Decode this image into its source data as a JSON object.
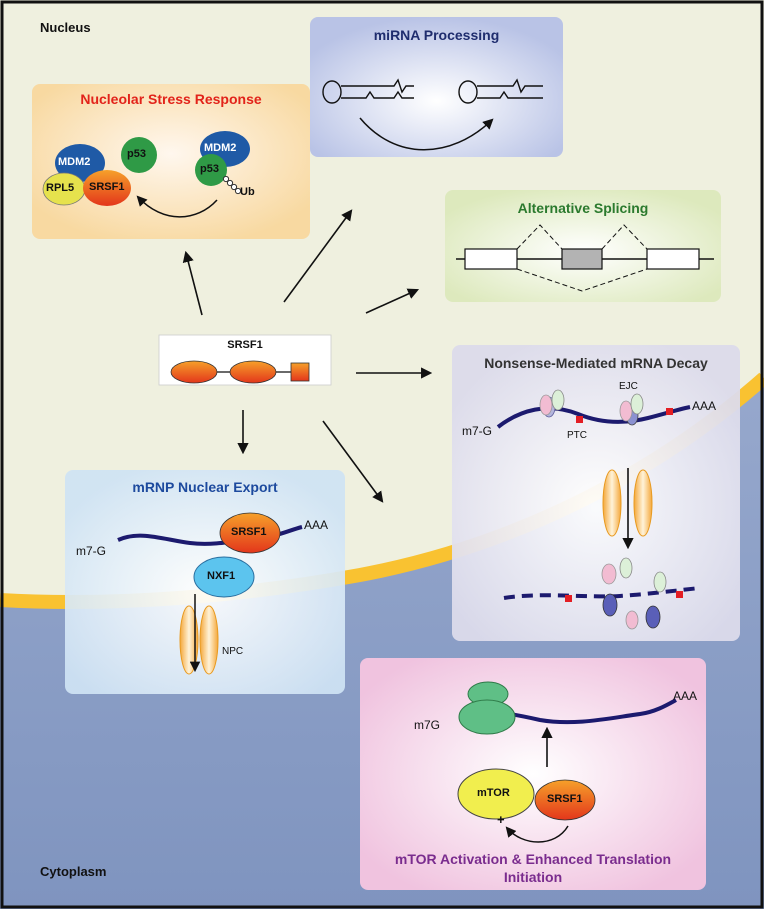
{
  "regions": {
    "nucleus": "Nucleus",
    "cytoplasm": "Cytoplasm"
  },
  "center": {
    "label": "SRSF1"
  },
  "panels": {
    "nucleolar": {
      "title": "Nucleolar Stress Response",
      "mdm2": "MDM2",
      "p53": "p53",
      "rpl5": "RPL5",
      "srsf1": "SRSF1",
      "ub": "Ub"
    },
    "mirna": {
      "title": "miRNA Processing"
    },
    "splicing": {
      "title": "Alternative Splicing"
    },
    "nmd": {
      "title": "Nonsense-Mediated mRNA Decay",
      "m7g": "m7-G",
      "aaa": "AAA",
      "ejc": "EJC",
      "ptc": "PTC"
    },
    "export": {
      "title": "mRNP Nuclear Export",
      "m7g": "m7-G",
      "aaa": "AAA",
      "srsf1": "SRSF1",
      "nxf1": "NXF1",
      "npc": "NPC"
    },
    "mtor": {
      "title_line1": "mTOR Activation & Enhanced Translation",
      "title_line2": "Initiation",
      "m7g": "m7G",
      "aaa": "AAA",
      "mtor": "mTOR",
      "srsf1": "SRSF1",
      "plus": "+"
    }
  },
  "colors": {
    "nucleus_bg": "#eff0df",
    "cytoplasm_bg": "#8fa3c9",
    "membrane": "#f9c231",
    "mrna": "#1c1a6e",
    "srsf1": "#e94e24",
    "mdm2": "#1f5aa6",
    "p53": "#2f9a46",
    "rpl5": "#e6e24d",
    "nxf1": "#5cc4ee",
    "mtor": "#f1ee4e",
    "ribosome": "#5fbf86",
    "nucleolar_title": "#e2231a",
    "mirna_title": "#1f2d6e",
    "splicing_title": "#2b7a2e",
    "nmd_title": "#333333",
    "export_title": "#1d4a9e",
    "mtor_title": "#7a2c8e"
  }
}
